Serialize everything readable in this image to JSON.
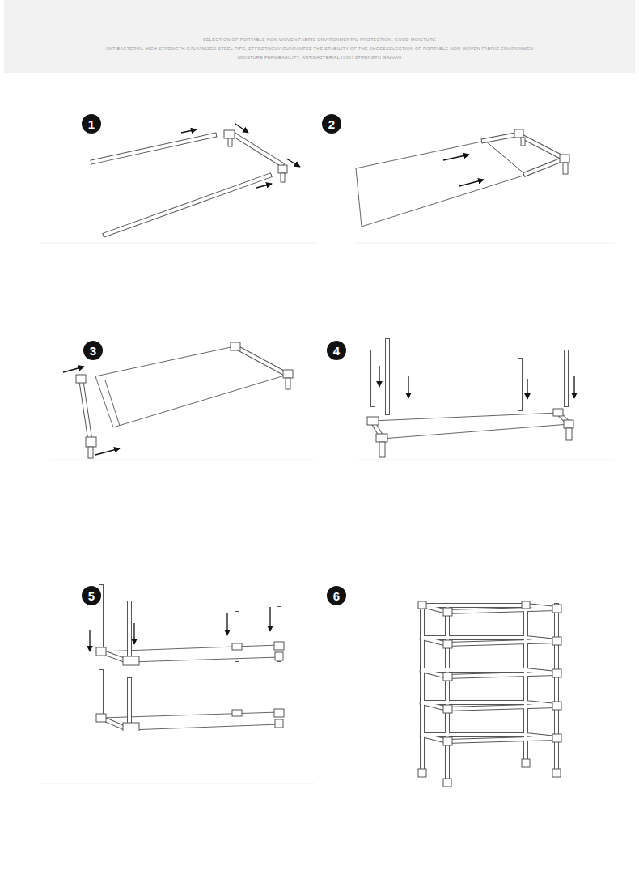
{
  "diagram": {
    "nodes": [
      {
        "text": [
          "SELECTION OF PORTABLE NON-WOVEN FABRIC ENVIRONMENTAL PROTECTION, GOOD MOISTURE",
          "ANTIBACTERIAL HIGH STRENGTH GALVANIZED STEEL PIPE, EFFECTIVELY GUARANTEE THE STABILITY OF THE SHOESSELECTION OF PORTABLE NON-WOVEN FABRIC ENVIRONMEN",
          "MOISTURE PERMEABILITY, ANTIBACTERIAL HIGH STRENGTH GALVAN"
        ]
      },
      {
        "text": [
          "1"
        ]
      },
      {
        "text": [
          "2"
        ]
      },
      {
        "text": [
          "3"
        ]
      },
      {
        "text": [
          "4"
        ]
      },
      {
        "text": [
          "5"
        ]
      },
      {
        "text": [
          "6"
        ]
      }
    ]
  }
}
